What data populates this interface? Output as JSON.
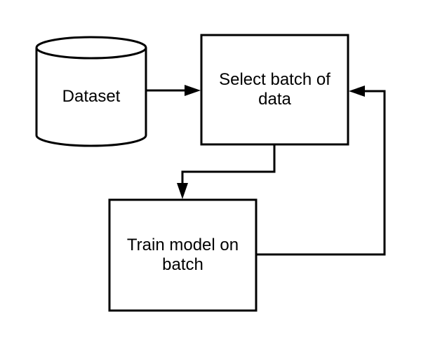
{
  "diagram": {
    "type": "flowchart",
    "background_color": "#ffffff",
    "stroke_color": "#000000",
    "shape_fill_color": "#ffffff",
    "text_color": "#000000",
    "nodes": {
      "dataset": {
        "shape": "cylinder",
        "label": "Dataset"
      },
      "select_batch": {
        "shape": "rectangle",
        "label": "Select batch of\ndata"
      },
      "train_model": {
        "shape": "rectangle",
        "label": "Train model on\nbatch"
      }
    },
    "edges": [
      {
        "from": "dataset",
        "to": "select_batch",
        "direction": "right"
      },
      {
        "from": "select_batch",
        "to": "train_model",
        "direction": "down-elbow"
      },
      {
        "from": "train_model",
        "to": "select_batch",
        "direction": "right-up-loop"
      }
    ]
  }
}
